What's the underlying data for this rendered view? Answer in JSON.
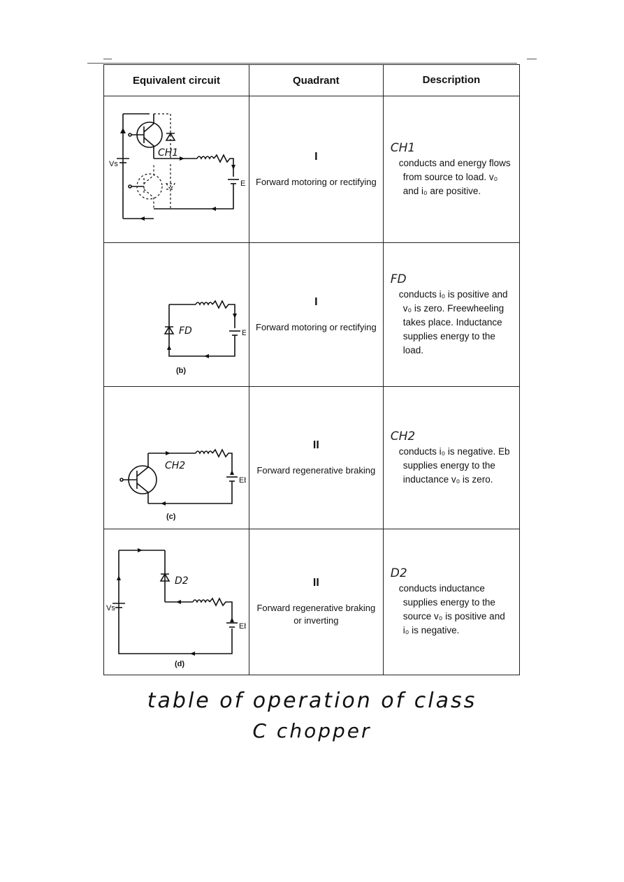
{
  "table": {
    "headers": {
      "circuit": "Equivalent circuit",
      "quadrant": "Quadrant",
      "description": "Description"
    },
    "rows": [
      {
        "circuit_label": "",
        "handwritten_switch": "CH1",
        "quadrant_num": "I",
        "quadrant_text": "Forward motoring or rectifying",
        "desc_note": "CH1",
        "description": "conducts and energy flows from source to load. v₀ and i₀ are positive."
      },
      {
        "circuit_label": "(b)",
        "handwritten_switch": "FD",
        "quadrant_num": "I",
        "quadrant_text": "Forward motoring or rectifying",
        "desc_note": "FD",
        "description": "conducts i₀ is positive and v₀ is zero. Freewheeling takes place. Inductance supplies energy to the load."
      },
      {
        "circuit_label": "(c)",
        "handwritten_switch": "CH2",
        "quadrant_num": "II",
        "quadrant_text": "Forward regenerative braking",
        "desc_note": "CH2",
        "description": "conducts i₀ is negative. Eb supplies energy to the inductance v₀ is zero."
      },
      {
        "circuit_label": "(d)",
        "handwritten_switch": "D2",
        "quadrant_num": "II",
        "quadrant_text": "Forward regenerative braking or inverting",
        "desc_note": "D2",
        "description": "conducts inductance supplies energy to the source v₀ is positive and i₀ is negative."
      }
    ],
    "labels": {
      "vs": "Vs",
      "eb": "Eb"
    }
  },
  "caption": {
    "line1": "table of operation of class",
    "line2": "C chopper"
  }
}
